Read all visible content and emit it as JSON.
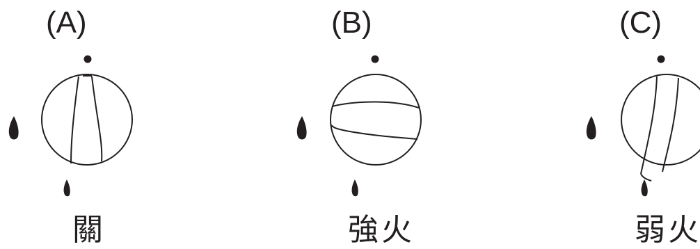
{
  "panels": [
    {
      "letter": "(A)",
      "caption": "關"
    },
    {
      "letter": "(B)",
      "caption": "強火"
    },
    {
      "letter": "(C)",
      "caption": "弱火"
    }
  ],
  "colors": {
    "ink": "#231f20",
    "background": "#ffffff"
  },
  "icons": [
    "dot-marker-icon",
    "large-flame-icon",
    "small-flame-icon",
    "knob-icon"
  ]
}
